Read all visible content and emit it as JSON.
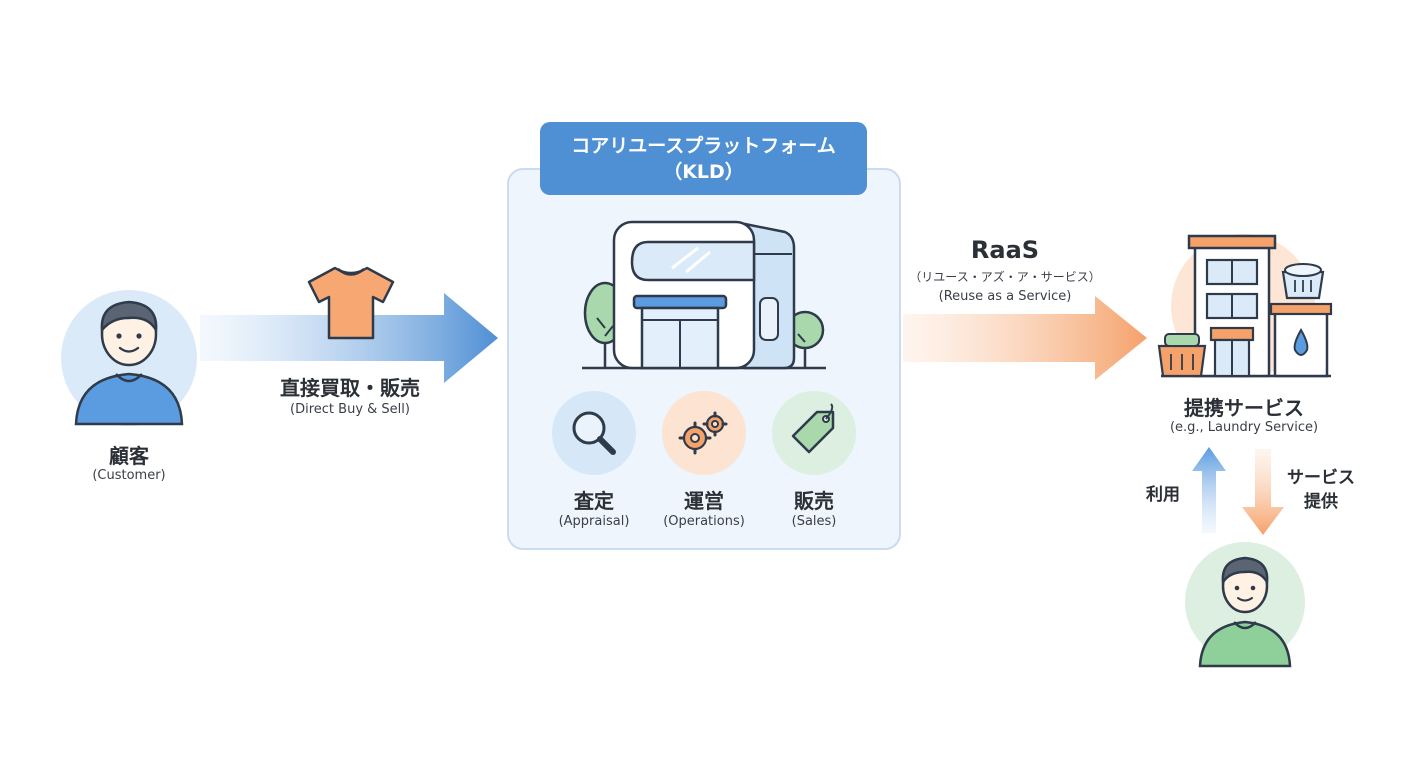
{
  "customer": {
    "label": "顧客",
    "sublabel": "(Customer)"
  },
  "direct_flow": {
    "label": "直接買取・販売",
    "sublabel": "(Direct Buy & Sell)"
  },
  "platform": {
    "title_line1": "コアリユースプラットフォーム",
    "title_line2": "（KLD）",
    "functions": [
      {
        "label": "査定",
        "sublabel": "(Appraisal)",
        "icon": "magnifier-icon",
        "color": "#d6e8f8"
      },
      {
        "label": "運営",
        "sublabel": "(Operations)",
        "icon": "gears-icon",
        "color": "#fde3d2"
      },
      {
        "label": "販売",
        "sublabel": "(Sales)",
        "icon": "price-tag-icon",
        "color": "#dcefe0"
      }
    ]
  },
  "raas": {
    "title": "RaaS",
    "subtitle_jp": "（リユース・アズ・ア・サービス）",
    "subtitle_en": "(Reuse as a Service)"
  },
  "partner": {
    "label": "提携サービス",
    "sublabel": "(e.g., Laundry Service)"
  },
  "end_user_flow": {
    "use_label": "利用",
    "provide_label_line1": "サービス",
    "provide_label_line2": "提供"
  },
  "colors": {
    "blue_accent": "#4f8fd4",
    "orange_accent": "#f5a16a",
    "green_accent": "#8fcf9a"
  }
}
